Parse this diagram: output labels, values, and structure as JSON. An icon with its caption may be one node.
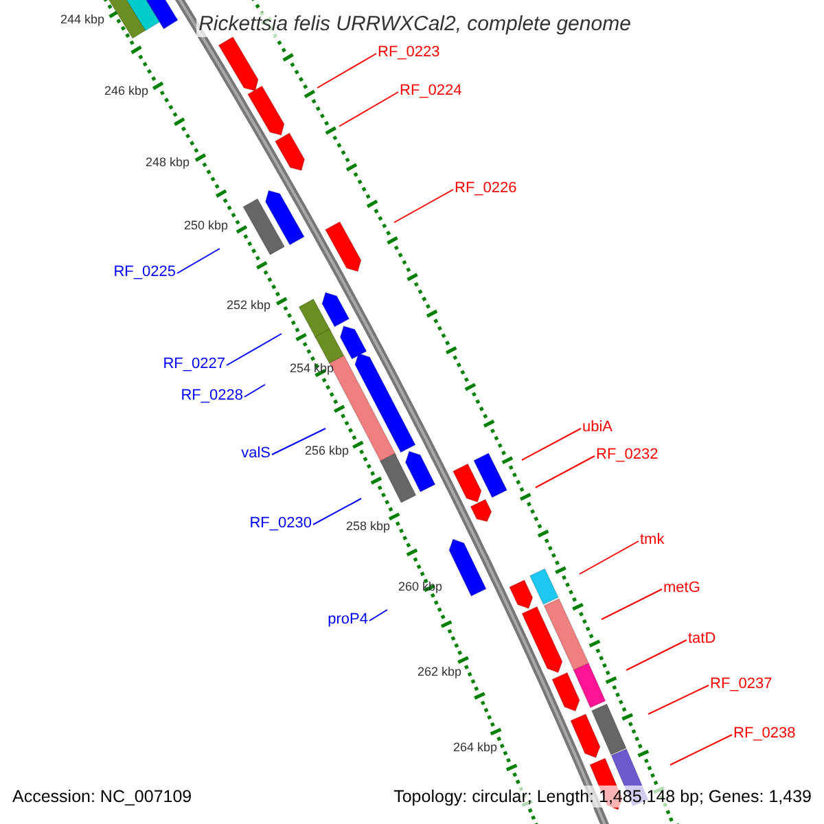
{
  "diagram": {
    "title": "Rickettsia felis URRWXCal2, complete genome",
    "nodes": [
      {
        "text": [
          "RF_0223"
        ]
      },
      {
        "text": [
          "RF_0224"
        ]
      },
      {
        "text": [
          "RF_0226"
        ]
      },
      {
        "text": [
          "RF_0225"
        ]
      },
      {
        "text": [
          "RF_0227"
        ]
      },
      {
        "text": [
          "RF_0228"
        ]
      },
      {
        "text": [
          "ubiA"
        ]
      },
      {
        "text": [
          "valS"
        ]
      },
      {
        "text": [
          "RF_0232"
        ]
      },
      {
        "text": [
          "RF_0230"
        ]
      },
      {
        "text": [
          "tmk"
        ]
      },
      {
        "text": [
          "metG"
        ]
      },
      {
        "text": [
          "proP4"
        ]
      },
      {
        "text": [
          "tatD"
        ]
      },
      {
        "text": [
          "RF_0237"
        ]
      },
      {
        "text": [
          "RF_0238"
        ]
      }
    ],
    "edges": [
      {
        "from": 0,
        "to": null,
        "arrow": "none",
        "color": "#ff0000"
      },
      {
        "from": 1,
        "to": null,
        "arrow": "none",
        "color": "#ff0000"
      },
      {
        "from": 2,
        "to": null,
        "arrow": "none",
        "color": "#ff0000"
      },
      {
        "from": 3,
        "to": null,
        "arrow": "none",
        "color": "#0000ff"
      },
      {
        "from": 4,
        "to": null,
        "arrow": "none",
        "color": "#0000ff"
      },
      {
        "from": 5,
        "to": null,
        "arrow": "none",
        "color": "#0000ff"
      },
      {
        "from": 6,
        "to": null,
        "arrow": "none",
        "color": "#ff0000"
      },
      {
        "from": 7,
        "to": null,
        "arrow": "none",
        "color": "#0000ff"
      },
      {
        "from": 8,
        "to": null,
        "arrow": "none",
        "color": "#ff0000"
      },
      {
        "from": 9,
        "to": null,
        "arrow": "none",
        "color": "#0000ff"
      },
      {
        "from": 10,
        "to": null,
        "arrow": "none",
        "color": "#ff0000"
      },
      {
        "from": 11,
        "to": null,
        "arrow": "none",
        "color": "#ff0000"
      },
      {
        "from": 12,
        "to": null,
        "arrow": "none",
        "color": "#0000ff"
      },
      {
        "from": 13,
        "to": null,
        "arrow": "none",
        "color": "#ff0000"
      },
      {
        "from": 14,
        "to": null,
        "arrow": "none",
        "color": "#ff0000"
      },
      {
        "from": 15,
        "to": null,
        "arrow": "none",
        "color": "#ff0000"
      }
    ],
    "labels": [
      "244 kbp",
      "246 kbp",
      "248 kbp",
      "250 kbp",
      "252 kbp",
      "254 kbp",
      "256 kbp",
      "258 kbp",
      "260 kbp",
      "262 kbp",
      "264 kbp",
      "Accession: NC_007109",
      "Topology: circular; Length: 1,485,148 bp; Genes: 1,439"
    ]
  }
}
